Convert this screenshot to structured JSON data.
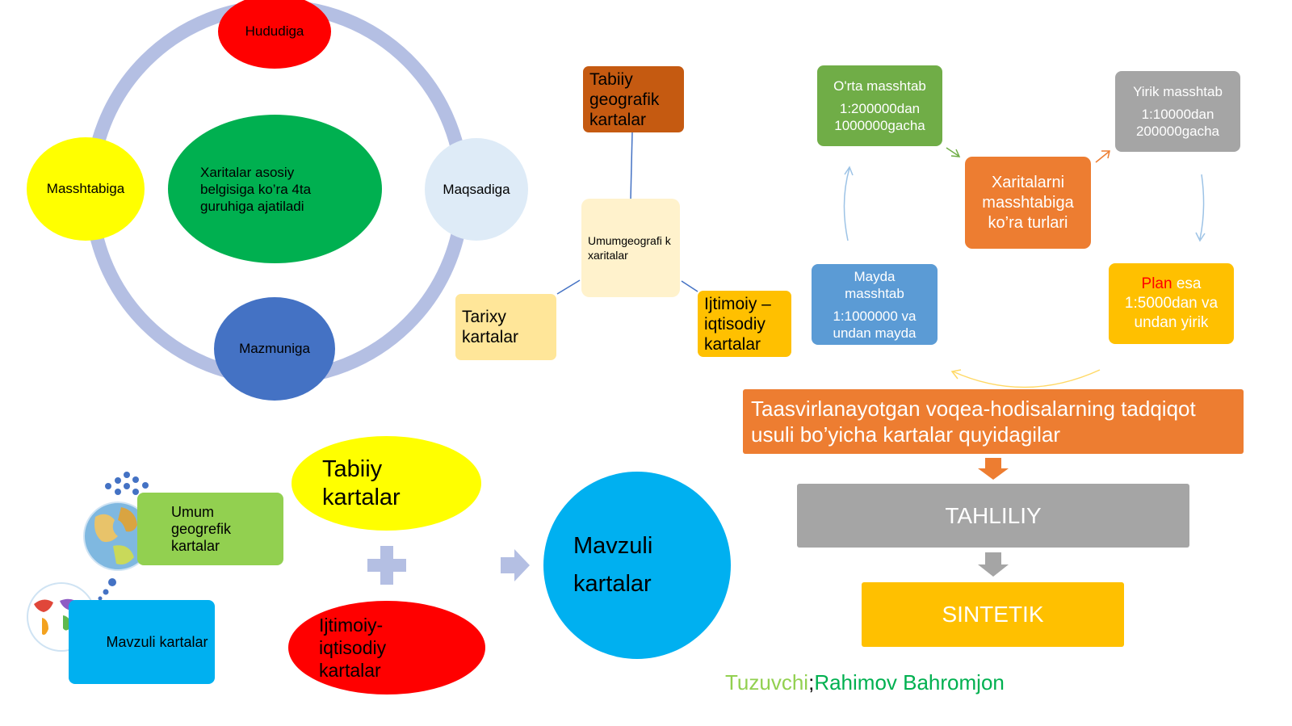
{
  "colors": {
    "ring": "#b4bfe3",
    "red": "#ff0000",
    "yellow": "#ffff00",
    "green": "#00b050",
    "light_blue": "#deebf7",
    "dark_blue": "#4472c4",
    "brown": "#c55a11",
    "cream": "#fff2cc",
    "pale_yellow": "#ffe699",
    "amber": "#ffc000",
    "mid_green": "#70ad47",
    "grey": "#a5a5a5",
    "orange": "#ed7d31",
    "blue_box": "#5b9bd5",
    "cyan": "#00b0f0",
    "lime": "#92d050"
  },
  "cycle": {
    "top": "Hududiga",
    "left": "Masshtabiga",
    "right": "Maqsadiga",
    "bottom": "Mazmuniga",
    "center": "Xaritalar asosiy belgisiga ko’ra 4ta guruhiga ajatiladi"
  },
  "hub": {
    "center": "Umumgeografi k xaritalar",
    "top": "Tabiiy geografik kartalar",
    "left": "Tarixy kartalar",
    "right": "Ijtimoiy – iqtisodiy kartalar"
  },
  "scale": {
    "center": "Xaritalarni masshtabiga ko’ra turlari",
    "medium": {
      "title": "O'rta masshtab",
      "range": "1:200000dan 1000000gacha"
    },
    "large": {
      "title": "Yirik masshtab",
      "range": "1:10000dan 200000gacha"
    },
    "small": {
      "title": "Mayda masshtab",
      "range": "1:1000000 va undan mayda"
    },
    "plan": {
      "highlight": "Plan",
      "rest": " esa",
      "range": "1:5000dan va undan yirik"
    }
  },
  "method": {
    "header": "Taasvirlanayotgan voqea-hodisalarning tadqiqot usuli bo’yicha  kartalar quyidagilar",
    "step1": "TAHLILIY",
    "step2": "SINTETIK"
  },
  "formula": {
    "general": "Umum geogrefik kartalar",
    "thematic_box": "Mavzuli kartalar",
    "natural": "Tabiiy kartalar",
    "socio": "Ijtimoiy- iqtisodiy kartalar",
    "result": "Mavzuli kartalar"
  },
  "author": {
    "label": "Tuzuvchi",
    "separator": ";",
    "name": "Rahimov Bahromjon"
  }
}
